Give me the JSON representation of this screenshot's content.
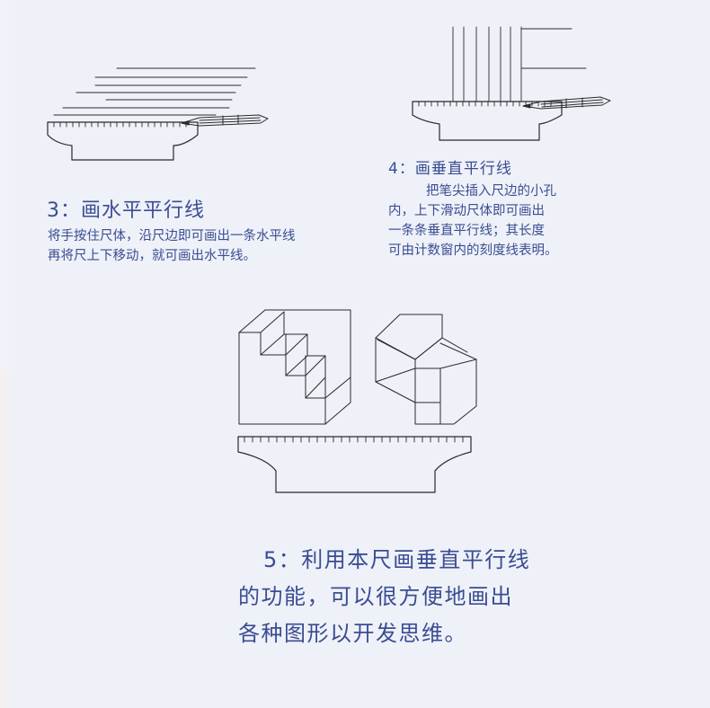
{
  "colors": {
    "background": "#eef1f8",
    "text": "#3a4d92",
    "line": "#2a2a2a"
  },
  "step3": {
    "title": "3：画水平平行线",
    "lines": [
      "将手按住尺体，沿尺边即可画出一条水平线",
      "再将尺上下移动，就可画出水平线。"
    ]
  },
  "step4": {
    "title": "4：画垂直平行线",
    "lines": [
      "把笔尖插入尺边的小孔",
      "内，上下滑动尺体即可画出",
      "一条条垂直平行线；其长度",
      "可由计数窗内的刻度线表明。"
    ]
  },
  "step5": {
    "lines": [
      "5：利用本尺画垂直平行线",
      "的功能，可以很方便地画出",
      "各种图形以开发思维。"
    ]
  }
}
